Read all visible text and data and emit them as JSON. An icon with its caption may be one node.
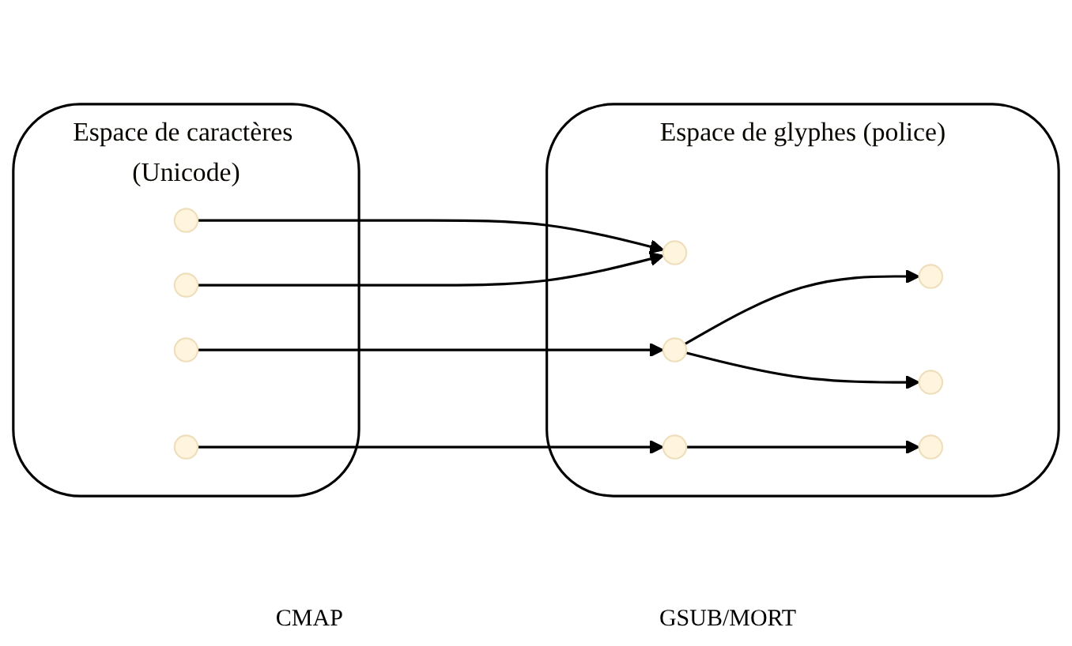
{
  "diagram": {
    "nodes": [
      {
        "text": [
          "Espace de caractères (Unicode)"
        ]
      },
      {
        "text": [],
        "shape": "circle",
        "in": 0
      },
      {
        "text": [],
        "shape": "circle",
        "in": 0
      },
      {
        "text": [],
        "shape": "circle",
        "in": 0
      },
      {
        "text": [],
        "shape": "circle",
        "in": 0
      },
      {
        "text": [
          "Espace de glyphes (police)"
        ]
      },
      {
        "text": [],
        "shape": "circle",
        "in": 5
      },
      {
        "text": [],
        "shape": "circle",
        "in": 5
      },
      {
        "text": [],
        "shape": "circle",
        "in": 5
      },
      {
        "text": [],
        "shape": "circle",
        "in": 5
      },
      {
        "text": [],
        "shape": "circle",
        "in": 5
      },
      {
        "text": [],
        "shape": "circle",
        "in": 5
      }
    ],
    "edges": [
      {
        "from": 1,
        "to": 6,
        "arrow": "to"
      },
      {
        "from": 2,
        "to": 6,
        "arrow": "to"
      },
      {
        "from": 3,
        "to": 9,
        "arrow": "to"
      },
      {
        "from": 4,
        "to": 11,
        "arrow": "to"
      },
      {
        "from": 11,
        "to": 10,
        "arrow": "to"
      },
      {
        "from": 9,
        "to": 8,
        "arrow": "to"
      },
      {
        "from": 9,
        "to": 7,
        "arrow": "to"
      }
    ],
    "labels": [
      "CMAP",
      "GSUB/MORT"
    ]
  }
}
